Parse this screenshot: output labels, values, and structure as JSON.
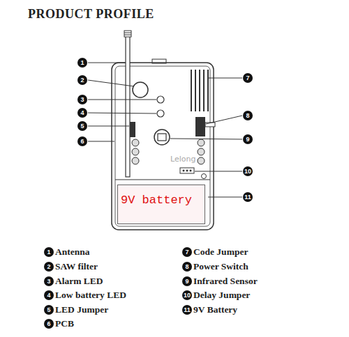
{
  "diagram": {
    "title": "PRODUCT PROFILE",
    "nodes": [
      {
        "text": [
          "9V battery"
        ]
      }
    ],
    "labels": [
      "Lelong",
      "1",
      "2",
      "3",
      "4",
      "5",
      "6",
      "7",
      "8",
      "9",
      "10",
      "11",
      "1",
      "Antenna",
      "2",
      "SAW filter",
      "3",
      "Alarm LED",
      "4",
      "Low battery LED",
      "5",
      "LED Jumper",
      "6",
      "PCB",
      "7",
      "Code Jumper",
      "8",
      "Power Switch",
      "9",
      "Infrared Sensor",
      "10",
      "Delay Jumper",
      "11",
      "9V Battery"
    ]
  }
}
